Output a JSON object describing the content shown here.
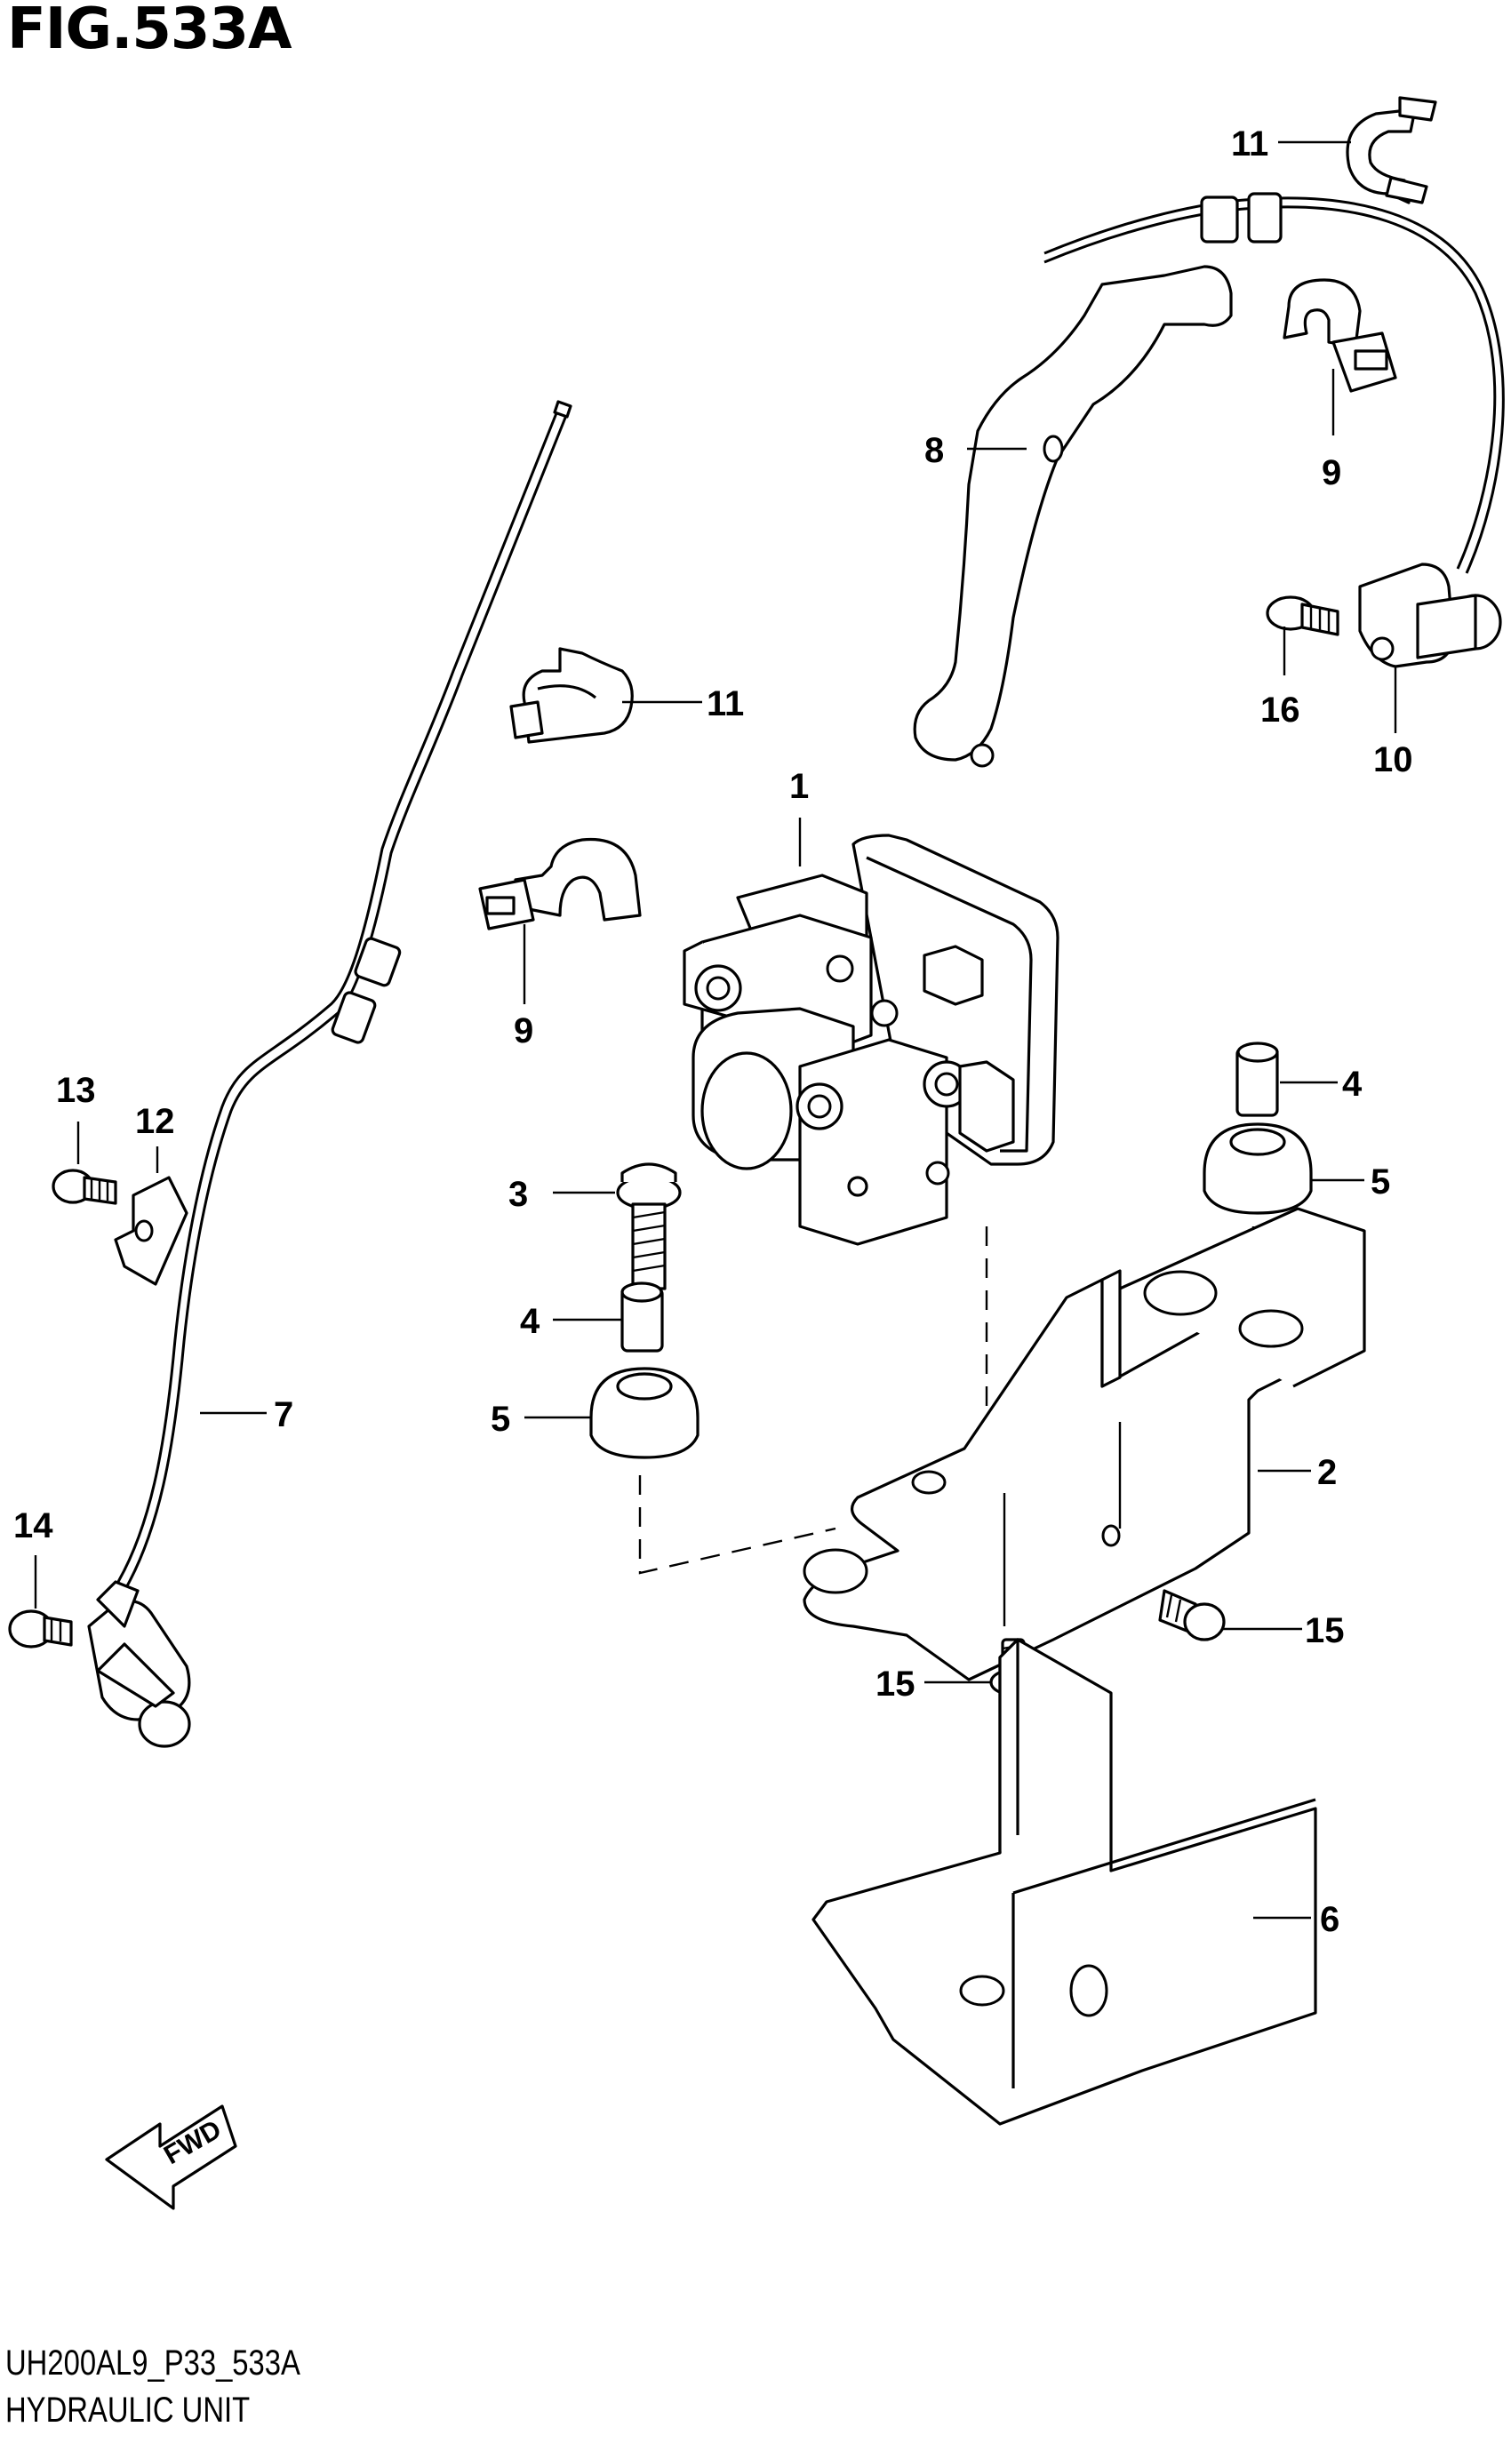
{
  "figure": {
    "title": "FIG.533A",
    "code": "UH200AL9_P33_533A",
    "name": "HYDRAULIC UNIT",
    "fwd_label": "FWD"
  },
  "callouts": {
    "c1": "1",
    "c2": "2",
    "c3": "3",
    "c4a": "4",
    "c4b": "4",
    "c5a": "5",
    "c5b": "5",
    "c6": "6",
    "c7": "7",
    "c8": "8",
    "c9a": "9",
    "c9b": "9",
    "c10": "10",
    "c11a": "11",
    "c11b": "11",
    "c12": "12",
    "c13": "13",
    "c14": "14",
    "c15a": "15",
    "c15b": "15",
    "c16": "16"
  }
}
